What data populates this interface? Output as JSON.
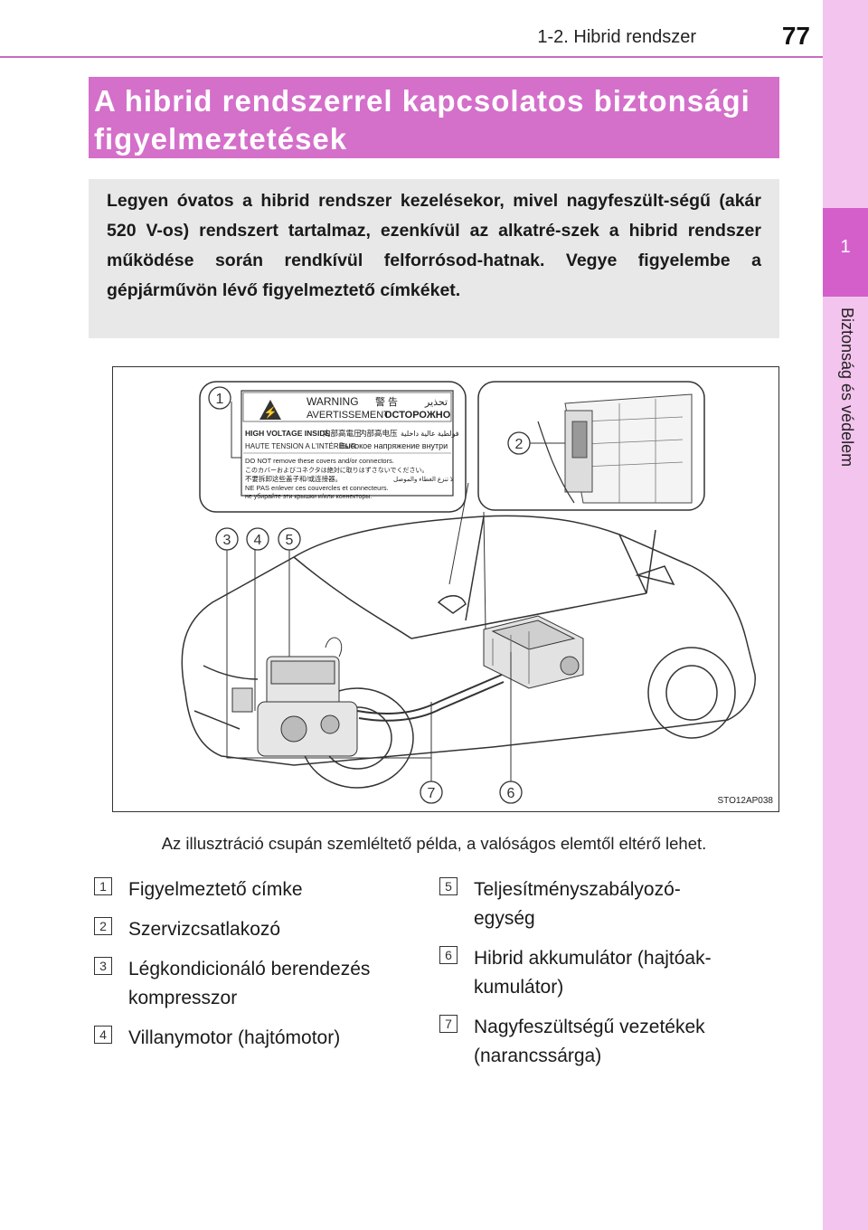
{
  "header": {
    "section": "1-2. Hibrid rendszer",
    "page_number": "77"
  },
  "side_tab": {
    "number": "1",
    "label": "Biztonság és védelem"
  },
  "title": {
    "line1": "A hibrid rendszerrel kapcsolatos biztonsági",
    "line2": "figyelmeztetések"
  },
  "intro": "Legyen óvatos a hibrid rendszer kezelésekor, mivel nagyfeszült-ségű (akár 520 V-os) rendszert tartalmaz, ezenkívül az alkatré-szek a hibrid rendszer működése során rendkívül felforrósod-hatnak. Vegye figyelembe a gépjárművön lévő figyelmeztető címkéket.",
  "figure": {
    "code": "STO12AP038",
    "warning_label": {
      "title_en": "WARNING",
      "title_cn": "警 告",
      "title_ar": "تحذير",
      "title_fr": "AVERTISSEMENT",
      "title_ru": "ОСТОРОЖНО",
      "line1_en": "HIGH VOLTAGE INSIDE",
      "line1_jp": "内部高電圧",
      "line1_cn": "内部高电压",
      "line1_ar": "فولطية عالية داخلية",
      "line2_fr": "HAUTE TENSION A L'INTÉRIEUR",
      "line2_ru": "Высокое напряжение внутри",
      "line3": "DO NOT remove these covers and/or connectors.",
      "line4": "このカバーおよびコネクタは絶対に取りはずさないでください。",
      "line5_cn": "不要拆卸这些盖子和/或连接器。",
      "line5_ar": "لا تنزع الغطاء والموصل",
      "line6": "NE PAS enlever ces couvercles et connecteurs.",
      "line7": "не убирайте эти крышки и/или коннекторы."
    },
    "callouts": [
      "1",
      "2",
      "3",
      "4",
      "5",
      "6",
      "7"
    ]
  },
  "caption": "Az illusztráció csupán szemléltető példa, a valóságos elemtől eltérő lehet.",
  "legend_left": [
    {
      "num": "1",
      "text": "Figyelmeztető címke"
    },
    {
      "num": "2",
      "text": "Szervizcsatlakozó"
    },
    {
      "num": "3",
      "text": "Légkondicionáló berendezés kompresszor"
    },
    {
      "num": "4",
      "text": "Villanymotor (hajtómotor)"
    }
  ],
  "legend_right": [
    {
      "num": "5",
      "text": "Teljesítményszabályozó-egység"
    },
    {
      "num": "6",
      "text": "Hibrid akkumulátor (hajtóak-kumulátor)"
    },
    {
      "num": "7",
      "text": "Nagyfeszültségű vezetékek (narancssárga)"
    }
  ]
}
